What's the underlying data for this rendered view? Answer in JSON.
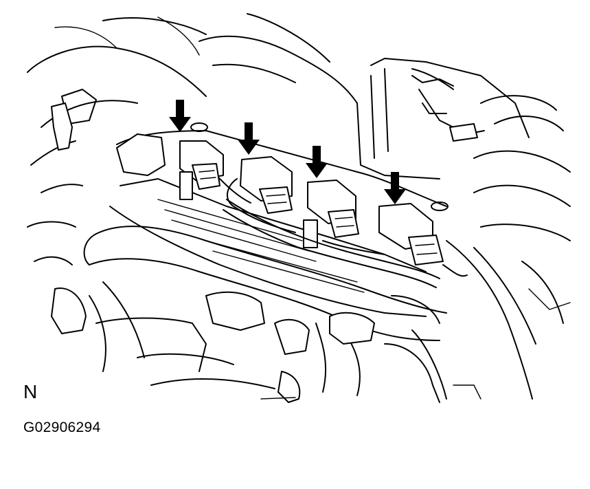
{
  "figure": {
    "orientation_label": "N",
    "figure_code": "G02906294",
    "callout_arrows": 4,
    "subject": "ignition-coil-connectors"
  }
}
